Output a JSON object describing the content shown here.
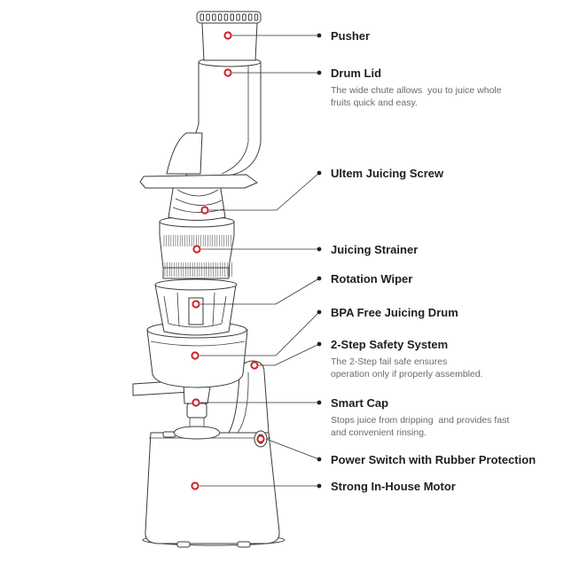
{
  "diagram": {
    "marker_color": "#d0202a",
    "labels": [
      {
        "id": "pusher",
        "title": "Pusher",
        "desc": []
      },
      {
        "id": "drum-lid",
        "title": "Drum Lid",
        "desc": [
          "The wide chute allows  you to juice whole",
          "fruits quick and easy."
        ]
      },
      {
        "id": "juicing-screw",
        "title": "Ultem Juicing Screw",
        "desc": []
      },
      {
        "id": "juicing-strainer",
        "title": "Juicing Strainer",
        "desc": []
      },
      {
        "id": "rotation-wiper",
        "title": "Rotation Wiper",
        "desc": []
      },
      {
        "id": "juicing-drum",
        "title": "BPA Free Juicing Drum",
        "desc": []
      },
      {
        "id": "safety-system",
        "title": "2-Step Safety System",
        "desc": [
          "The 2-Step fail safe ensures",
          "operation only if properly assembled."
        ]
      },
      {
        "id": "smart-cap",
        "title": "Smart Cap",
        "desc": [
          "Stops juice from dripping  and provides fast",
          "and convenient rinsing."
        ]
      },
      {
        "id": "power-switch",
        "title": "Power Switch with Rubber Protection",
        "desc": []
      },
      {
        "id": "motor",
        "title": "Strong In-House Motor",
        "desc": []
      }
    ]
  }
}
